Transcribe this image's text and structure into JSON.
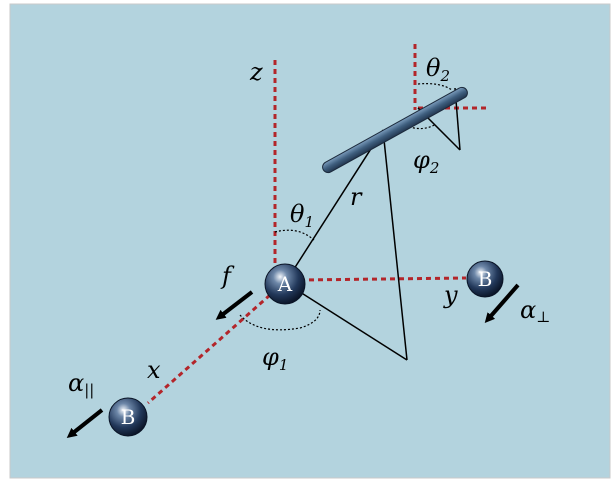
{
  "colors": {
    "background": "#b3d3de",
    "frame": "#c9c9c9",
    "dashed_axis": "#b3252a",
    "line": "#000000",
    "ball": "#1d2f4a",
    "rod": "#3f5f7f"
  },
  "labels": {
    "z": "z",
    "x": "x",
    "y": "y",
    "r": "r",
    "f": "f",
    "theta1": "θ",
    "theta1_sub": "1",
    "phi1": "φ",
    "phi1_sub": "1",
    "theta2": "θ",
    "theta2_sub": "2",
    "phi2": "φ",
    "phi2_sub": "2",
    "alpha_par": "α",
    "alpha_par_sub": "||",
    "alpha_perp": "α",
    "alpha_perp_sub": "⊥"
  },
  "balls": {
    "center": "A",
    "left": "B",
    "right": "B"
  }
}
